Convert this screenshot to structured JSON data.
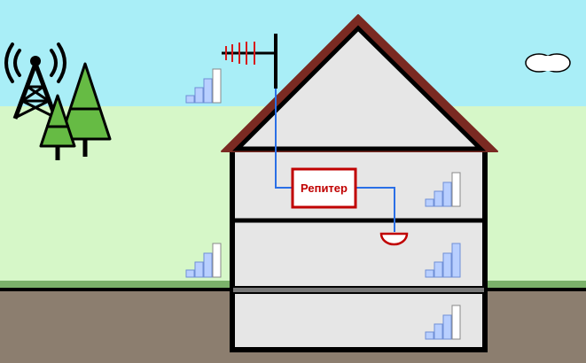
{
  "repeater": {
    "label": "Репитер"
  },
  "colors": {
    "sky": "#a9eef7",
    "grass_far": "#d6f7c8",
    "grass_strip": "#7bb26a",
    "ground": "#8c7e6f",
    "house_wall": "#e6e6e6",
    "house_line": "#000000",
    "roof_edge": "#7a2a22",
    "cable": "#2a6fe6",
    "repeater_border": "#c00000",
    "tree_fill": "#66bb44",
    "signal_bar_fill": "#b8cfff",
    "signal_bar_empty": "#ffffff"
  },
  "signal_indicators": [
    {
      "place": "outdoor-upper",
      "level": 0.75
    },
    {
      "place": "outdoor-ground",
      "level": 0.75
    },
    {
      "place": "attic",
      "level": 0.75
    },
    {
      "place": "floor-1",
      "level": 1.0
    },
    {
      "place": "basement",
      "level": 0.75
    }
  ]
}
